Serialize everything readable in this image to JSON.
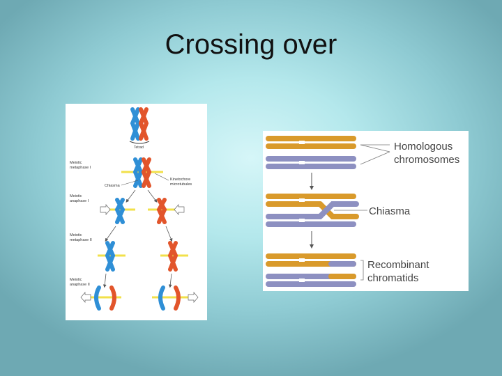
{
  "slide": {
    "title": "Crossing over"
  },
  "meiosis_figure": {
    "labels": {
      "tetrad": "Tetrad",
      "metaphase1": [
        "Meiotic",
        "metaphase I"
      ],
      "chiasma": "Chiasma",
      "kinetochore": [
        "Kinetochore",
        "microtubules"
      ],
      "anaphase1": [
        "Meiotic",
        "anaphase I"
      ],
      "metaphase2": [
        "Meiotic",
        "metaphase II"
      ],
      "anaphase2": [
        "Meiotic",
        "anaphase II"
      ]
    }
  },
  "crossover_figure": {
    "labels": {
      "homologous": [
        "Homologous",
        "chromosomes"
      ],
      "chiasma": "Chiasma",
      "recombinant": [
        "Recombinant",
        "chromatids"
      ]
    },
    "colors": {
      "orange": "#d99a2b",
      "blue": "#8d90c1"
    }
  }
}
